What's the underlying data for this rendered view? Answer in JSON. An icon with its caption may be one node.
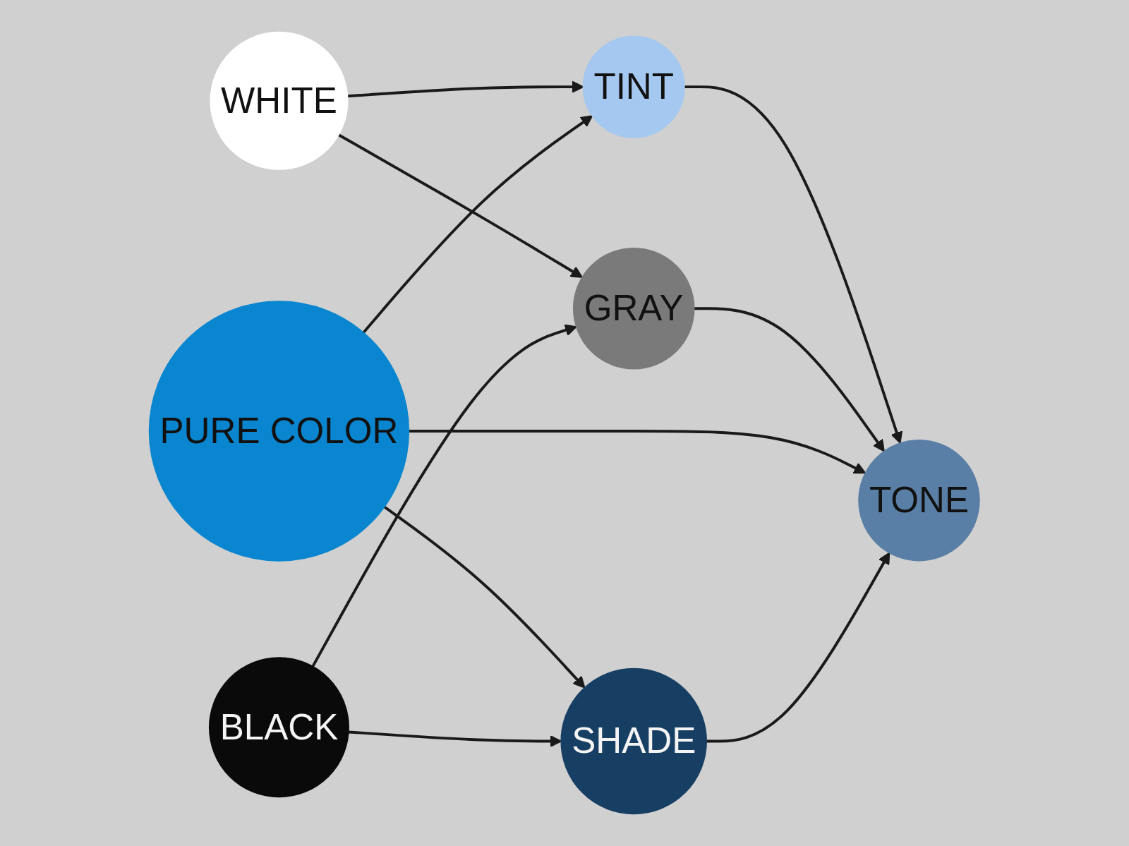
{
  "diagram": {
    "nodes": [
      {
        "text": [
          "WHITE"
        ]
      },
      {
        "text": [
          "TINT"
        ]
      },
      {
        "text": [
          "GRAY"
        ]
      },
      {
        "text": [
          "TONE"
        ]
      },
      {
        "text": [
          "PURE COLOR"
        ]
      },
      {
        "text": [
          "BLACK"
        ]
      },
      {
        "text": [
          "SHADE"
        ]
      }
    ],
    "edges": [
      {
        "from": 0,
        "to": 1,
        "arrow": "to"
      },
      {
        "from": 0,
        "to": 2,
        "arrow": "to"
      },
      {
        "from": 1,
        "to": 3,
        "arrow": "to"
      },
      {
        "from": 4,
        "to": 1,
        "arrow": "to"
      },
      {
        "from": 2,
        "to": 3,
        "arrow": "to"
      },
      {
        "from": 4,
        "to": 3,
        "arrow": "to"
      },
      {
        "from": 4,
        "to": 6,
        "arrow": "to"
      },
      {
        "from": 5,
        "to": 2,
        "arrow": "to"
      },
      {
        "from": 6,
        "to": 3,
        "arrow": "to"
      },
      {
        "from": 5,
        "to": 6,
        "arrow": "to"
      }
    ]
  }
}
